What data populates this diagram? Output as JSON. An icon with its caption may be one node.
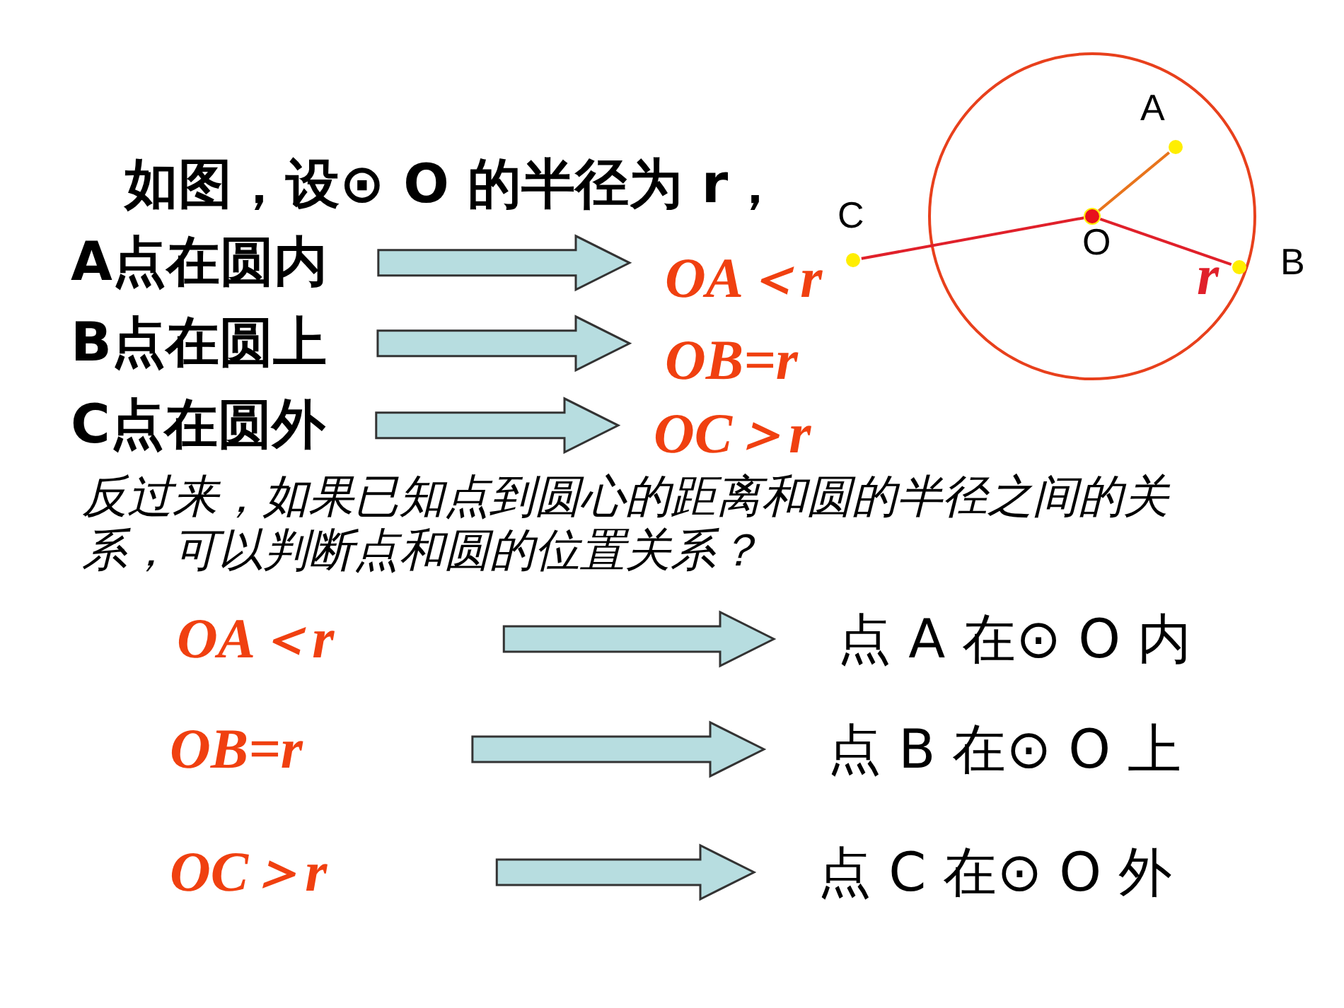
{
  "diagram": {
    "nodes": [
      {
        "text": [
          "A点在圆内"
        ]
      },
      {
        "text": [
          "OA＜r"
        ]
      },
      {
        "text": [
          "B点在圆上"
        ]
      },
      {
        "text": [
          "OB=r"
        ]
      },
      {
        "text": [
          "C点在圆外"
        ]
      },
      {
        "text": [
          "OC＞r"
        ]
      },
      {
        "text": [
          "OA＜r"
        ]
      },
      {
        "text": [
          "点 A 在⊙ O 内"
        ]
      },
      {
        "text": [
          "OB=r"
        ]
      },
      {
        "text": [
          "点 B 在⊙ O 上"
        ]
      },
      {
        "text": [
          "OC＞r"
        ]
      },
      {
        "text": [
          "点 C 在⊙ O 外"
        ]
      },
      {
        "text": [
          "O"
        ]
      },
      {
        "text": [
          "A"
        ]
      },
      {
        "text": [
          "B"
        ]
      },
      {
        "text": [
          "C"
        ]
      }
    ],
    "edges": [
      {
        "from": 0,
        "to": 1,
        "arrow": "to"
      },
      {
        "from": 2,
        "to": 3,
        "arrow": "to"
      },
      {
        "from": 4,
        "to": 5,
        "arrow": "to"
      },
      {
        "from": 6,
        "to": 7,
        "arrow": "to"
      },
      {
        "from": 8,
        "to": 9,
        "arrow": "to"
      },
      {
        "from": 10,
        "to": 11,
        "arrow": "to"
      },
      {
        "from": 12,
        "to": 13,
        "arrow": "none",
        "color": "#e8741c"
      },
      {
        "from": 12,
        "to": 14,
        "arrow": "none",
        "color": "#e0202a",
        "label": "r"
      },
      {
        "from": 12,
        "to": 15,
        "arrow": "none",
        "color": "#e0202a"
      }
    ],
    "labels": [
      "如图，设⊙ O 的半径为 r，",
      "反过来，如果已知点到圆心的距离和圆的半径之间的关系，可以判断点和圆的位置关系？"
    ]
  }
}
